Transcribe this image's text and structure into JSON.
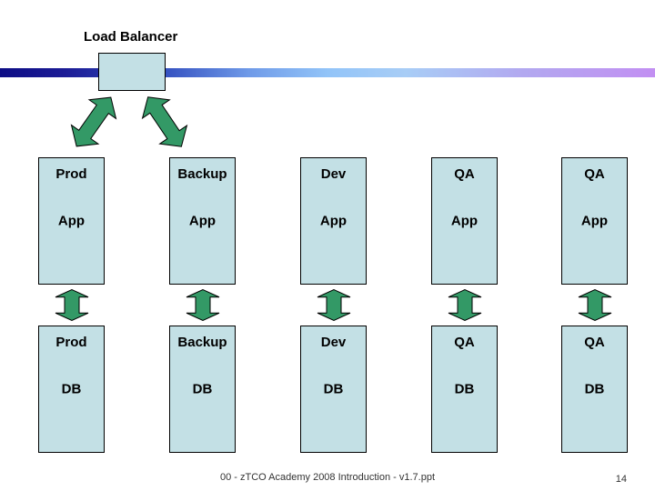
{
  "slide": {
    "title": "Load Balancer"
  },
  "columns": [
    {
      "name": "Prod",
      "app": "App",
      "db": "DB"
    },
    {
      "name": "Backup",
      "app": "App",
      "db": "DB"
    },
    {
      "name": "Dev",
      "app": "App",
      "db": "DB"
    },
    {
      "name": "QA",
      "app": "App",
      "db": "DB"
    },
    {
      "name": "QA",
      "app": "App",
      "db": "DB"
    }
  ],
  "footer": {
    "filename": "00 - zTCO Academy 2008 Introduction - v1.7.ppt",
    "slide_number": "14"
  },
  "icons": {
    "diagonal_arrows": "double-headed-arrow-icon",
    "column_arrows": "up-down-arrow-icon"
  },
  "colors": {
    "node_fill": "#c3e0e5",
    "node_border": "#000000",
    "arrow_green": "#339966",
    "bar_gradient_left": "#0d0d85",
    "bar_gradient_mid": "#92c4f8",
    "bar_gradient_right": "#c28ff2"
  }
}
